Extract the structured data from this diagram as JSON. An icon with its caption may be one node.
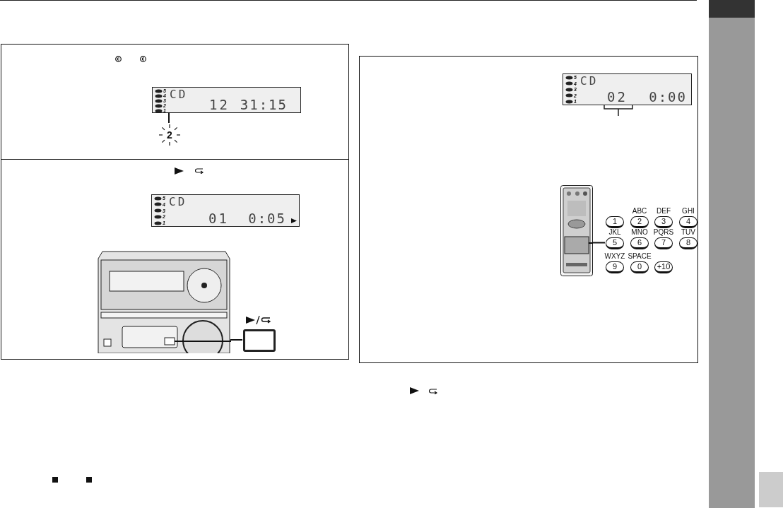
{
  "diagram": {
    "nodes": [
      {
        "text": [],
        "shape": "box"
      },
      {
        "text": [
          "5",
          "4",
          "3",
          "2",
          "1",
          "CD",
          "12",
          "31:15"
        ],
        "in": 0
      },
      {
        "text": [
          "2"
        ],
        "in": 0
      },
      {
        "text": [],
        "shape": "box"
      },
      {
        "text": [
          "5",
          "4",
          "3",
          "2",
          "1",
          "CD",
          "01",
          "0:05"
        ],
        "in": 3
      },
      {
        "text": [],
        "shape": "picture",
        "in": 3
      },
      {
        "text": [],
        "shape": "box",
        "in": 3
      },
      {
        "text": [],
        "shape": "box"
      },
      {
        "text": [
          "5",
          "4",
          "3",
          "2",
          "1",
          "CD",
          "02",
          "0:00"
        ],
        "in": 7
      },
      {
        "text": [],
        "shape": "picture",
        "in": 7
      },
      {
        "text": [
          "1"
        ],
        "in": 7
      },
      {
        "text": [
          "2"
        ],
        "in": 7,
        "beside": [
          "ABC"
        ]
      },
      {
        "text": [
          "3"
        ],
        "in": 7,
        "beside": [
          "DEF"
        ]
      },
      {
        "text": [
          "4"
        ],
        "in": 7,
        "beside": [
          "GHI"
        ]
      },
      {
        "text": [
          "5"
        ],
        "in": 7,
        "beside": [
          "JKL"
        ]
      },
      {
        "text": [
          "6"
        ],
        "in": 7,
        "beside": [
          "MNO"
        ]
      },
      {
        "text": [
          "7"
        ],
        "in": 7,
        "beside": [
          "PQRS"
        ]
      },
      {
        "text": [
          "8"
        ],
        "in": 7,
        "beside": [
          "TUV"
        ]
      },
      {
        "text": [
          "9"
        ],
        "in": 7,
        "beside": [
          "WXYZ"
        ]
      },
      {
        "text": [
          "0"
        ],
        "in": 7,
        "beside": [
          "SPACE"
        ]
      },
      {
        "text": [
          "+10"
        ],
        "in": 7
      }
    ],
    "edges": [
      {
        "from": 2,
        "to": 1,
        "arrow": "none"
      },
      {
        "from": 5,
        "to": 6,
        "arrow": "none"
      },
      {
        "from": 9,
        "to": 14,
        "arrow": "none"
      }
    ]
  }
}
